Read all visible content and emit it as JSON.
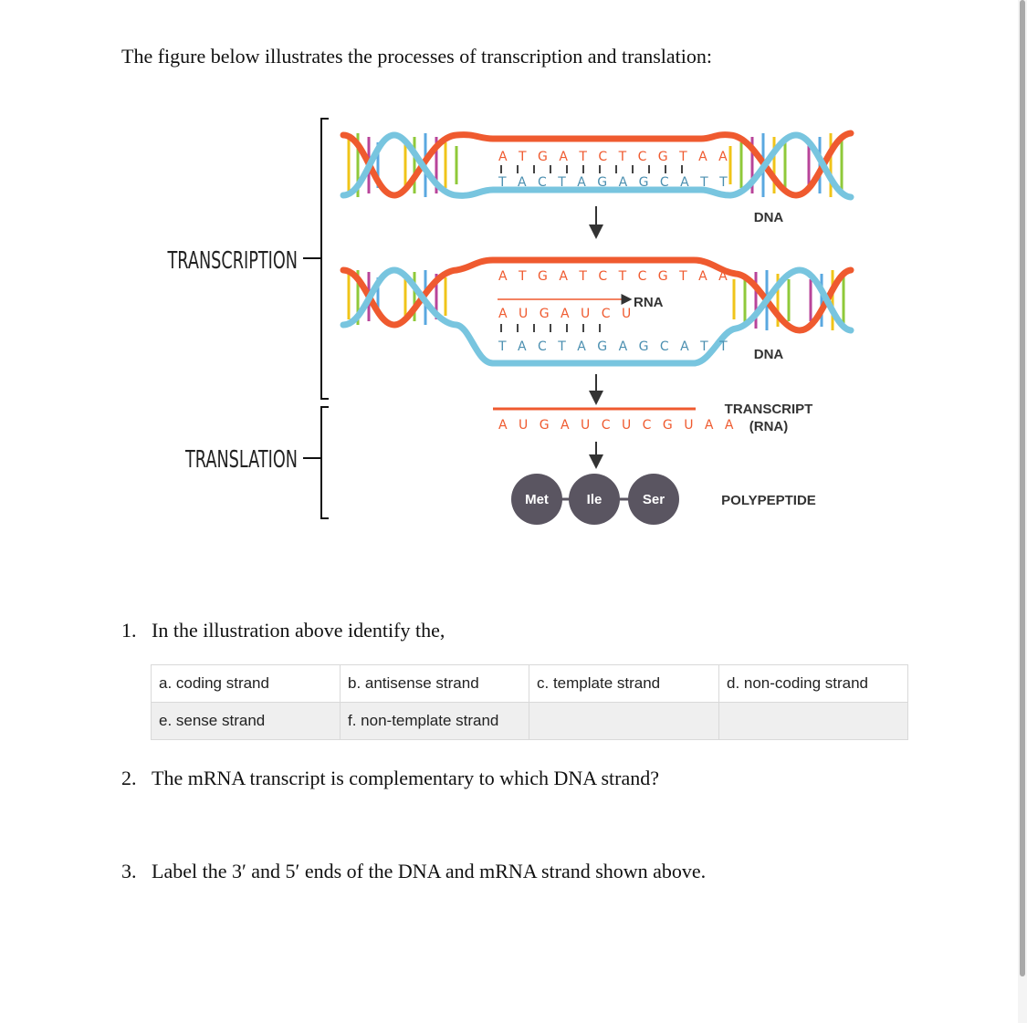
{
  "intro": "The figure below illustrates the processes of transcription and translation:",
  "figure": {
    "transcription_label": "TRANSCRIPTION",
    "translation_label": "TRANSLATION",
    "dna_label_1": "DNA",
    "dna_label_2": "DNA",
    "rna_label": "RNA",
    "transcript_label_1": "TRANSCRIPT",
    "transcript_label_2": "(RNA)",
    "polypeptide_label": "POLYPEPTIDE",
    "dna_top_1": "A T G A T C T C G T A A",
    "dna_bottom_1": "T A C T A G A G C A T T",
    "dna_top_2": "A T G A T C T C G T A A",
    "rna_partial": "A U G A U C U",
    "dna_bottom_2": "T A C T A G A G C A T T",
    "mrna": "A U G A U C U C G U A A",
    "amino_1": "Met",
    "amino_2": "Ile",
    "amino_3": "Ser",
    "colors": {
      "helix_orange": "#ef5a2f",
      "helix_blue": "#78c5df",
      "amino_fill": "#5a5561"
    }
  },
  "questions": {
    "q1_num": "1.",
    "q1": "In the illustration above identify the,",
    "q2_num": "2.",
    "q2": "The mRNA transcript is complementary to which DNA strand?",
    "q3_num": "3.",
    "q3": "Label the 3′ and 5′ ends of the DNA and mRNA strand shown above."
  },
  "terms": {
    "a": "a. coding strand",
    "b": "b. antisense strand",
    "c": "c. template strand",
    "d": "d. non-coding strand",
    "e": "e. sense strand",
    "f": "f. non-template strand"
  }
}
